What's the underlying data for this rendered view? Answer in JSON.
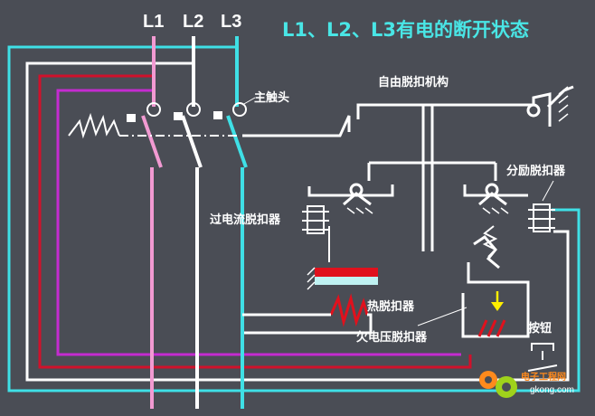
{
  "title": "L1、L2、L3有电的断开状态",
  "phases": [
    "L1",
    "L2",
    "L3"
  ],
  "labels": {
    "main_contact": "主触头",
    "free_trip": "自由脱扣机构",
    "shunt_trip": "分励脱扣器",
    "overcurrent_trip": "过电流脱扣器",
    "thermal_trip": "热脱扣器",
    "undervoltage_trip": "欠电压脱扣器",
    "button": "按钮"
  },
  "watermark": {
    "cn": "电子工程网",
    "url": "gkong.com"
  },
  "colors": {
    "background": "#4a4d55",
    "l1": "#f29ad2",
    "l2": "#ffffff",
    "l3": "#3fe0e6",
    "red": "#d0112b",
    "magenta": "#c42bd0",
    "cyan": "#3fe0e6"
  }
}
